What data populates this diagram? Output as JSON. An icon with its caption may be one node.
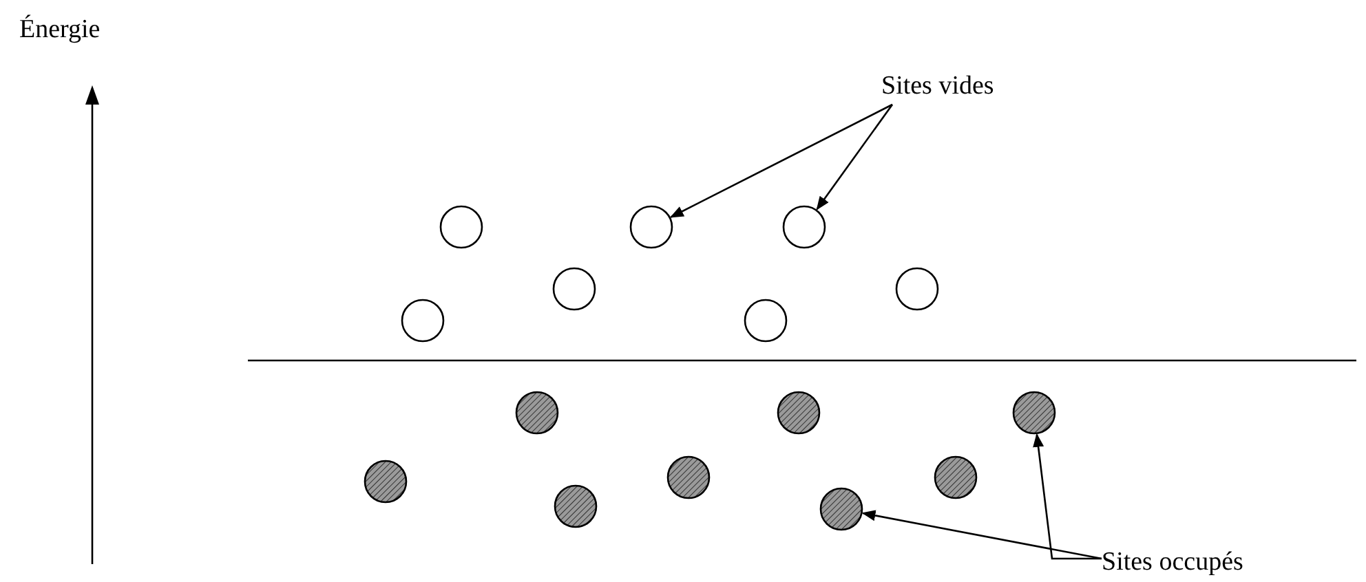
{
  "diagram": {
    "nodes": [
      {
        "text": [
          "Sites vides"
        ]
      },
      {
        "text": [],
        "shape": "circle"
      },
      {
        "text": [],
        "shape": "circle"
      },
      {
        "text": [
          "Sites occupés"
        ]
      },
      {
        "text": [],
        "shape": "circle"
      },
      {
        "text": [],
        "shape": "circle"
      }
    ],
    "edges": [
      {
        "from": 0,
        "to": 1,
        "arrow": "to"
      },
      {
        "from": 0,
        "to": 2,
        "arrow": "to"
      },
      {
        "from": 3,
        "to": 4,
        "arrow": "to"
      },
      {
        "from": 3,
        "to": 5,
        "arrow": "to"
      }
    ],
    "labels": [
      "Énergie"
    ]
  }
}
